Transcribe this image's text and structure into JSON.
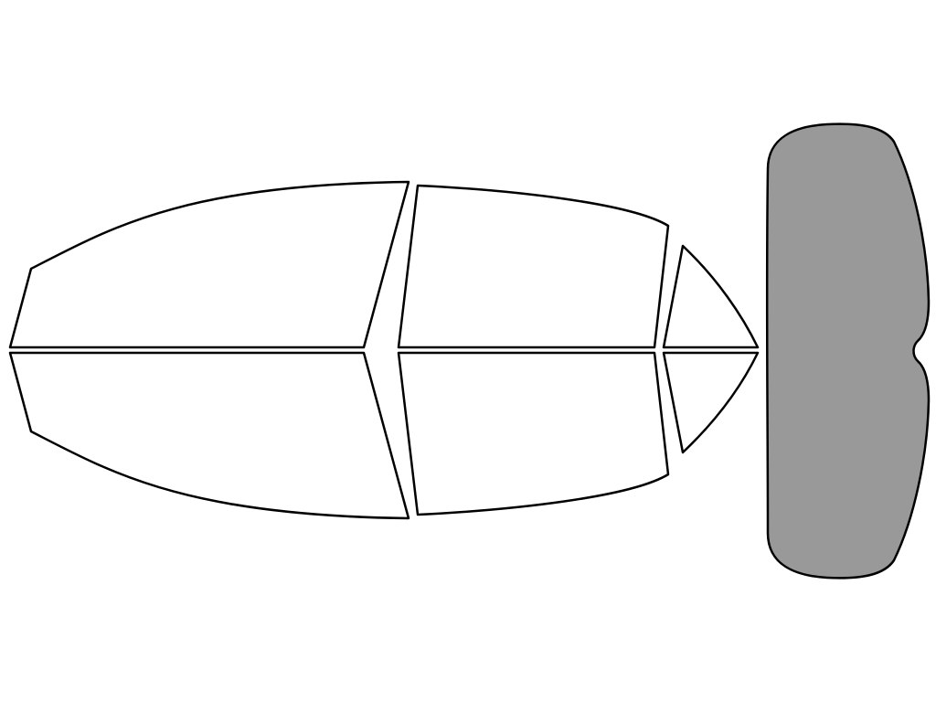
{
  "colors": {
    "outline": "#000000",
    "clear_pane": "#ffffff",
    "tinted_pane": "#999999",
    "background": "#ffffff"
  },
  "panes": [
    {
      "name": "front-door-window-top",
      "tinted": false
    },
    {
      "name": "rear-door-window-top",
      "tinted": false
    },
    {
      "name": "quarter-window-top",
      "tinted": false
    },
    {
      "name": "front-door-window-bottom",
      "tinted": false
    },
    {
      "name": "rear-door-window-bottom",
      "tinted": false
    },
    {
      "name": "quarter-window-bottom",
      "tinted": false
    },
    {
      "name": "rear-windshield",
      "tinted": true
    }
  ]
}
